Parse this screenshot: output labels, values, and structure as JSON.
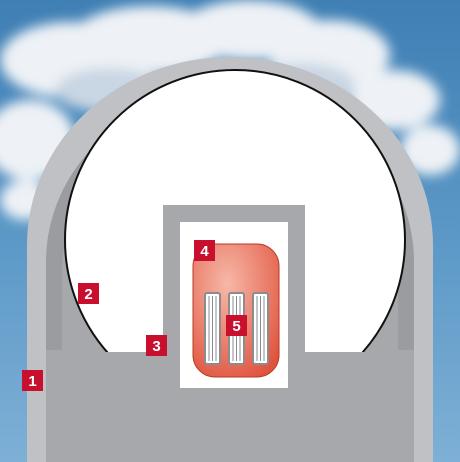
{
  "colors": {
    "sky_top": "#3f7fb4",
    "sky_mid": "#5e9ac8",
    "sky_low": "#7eb0d6",
    "cloud": "#eef2f6",
    "cloud_shade": "#c9d6e3",
    "outer_wall": "#bfc1c4",
    "inner_wall": "#9a9c9f",
    "concrete": "#a6a8ab",
    "interior": "#ffffff",
    "outline": "#111111",
    "marker": "#c8102e",
    "vessel_light": "#f7b8a8",
    "vessel_dark": "#e0533d",
    "rod_fill": "#ffffff",
    "rod_line": "#8a8c8f"
  },
  "markers": [
    {
      "id": "outer-containment",
      "label": "1"
    },
    {
      "id": "steel-containment",
      "label": "2"
    },
    {
      "id": "biological-shield",
      "label": "3"
    },
    {
      "id": "reactor-pressure-vessel",
      "label": "4"
    },
    {
      "id": "fuel-assemblies",
      "label": "5"
    }
  ]
}
